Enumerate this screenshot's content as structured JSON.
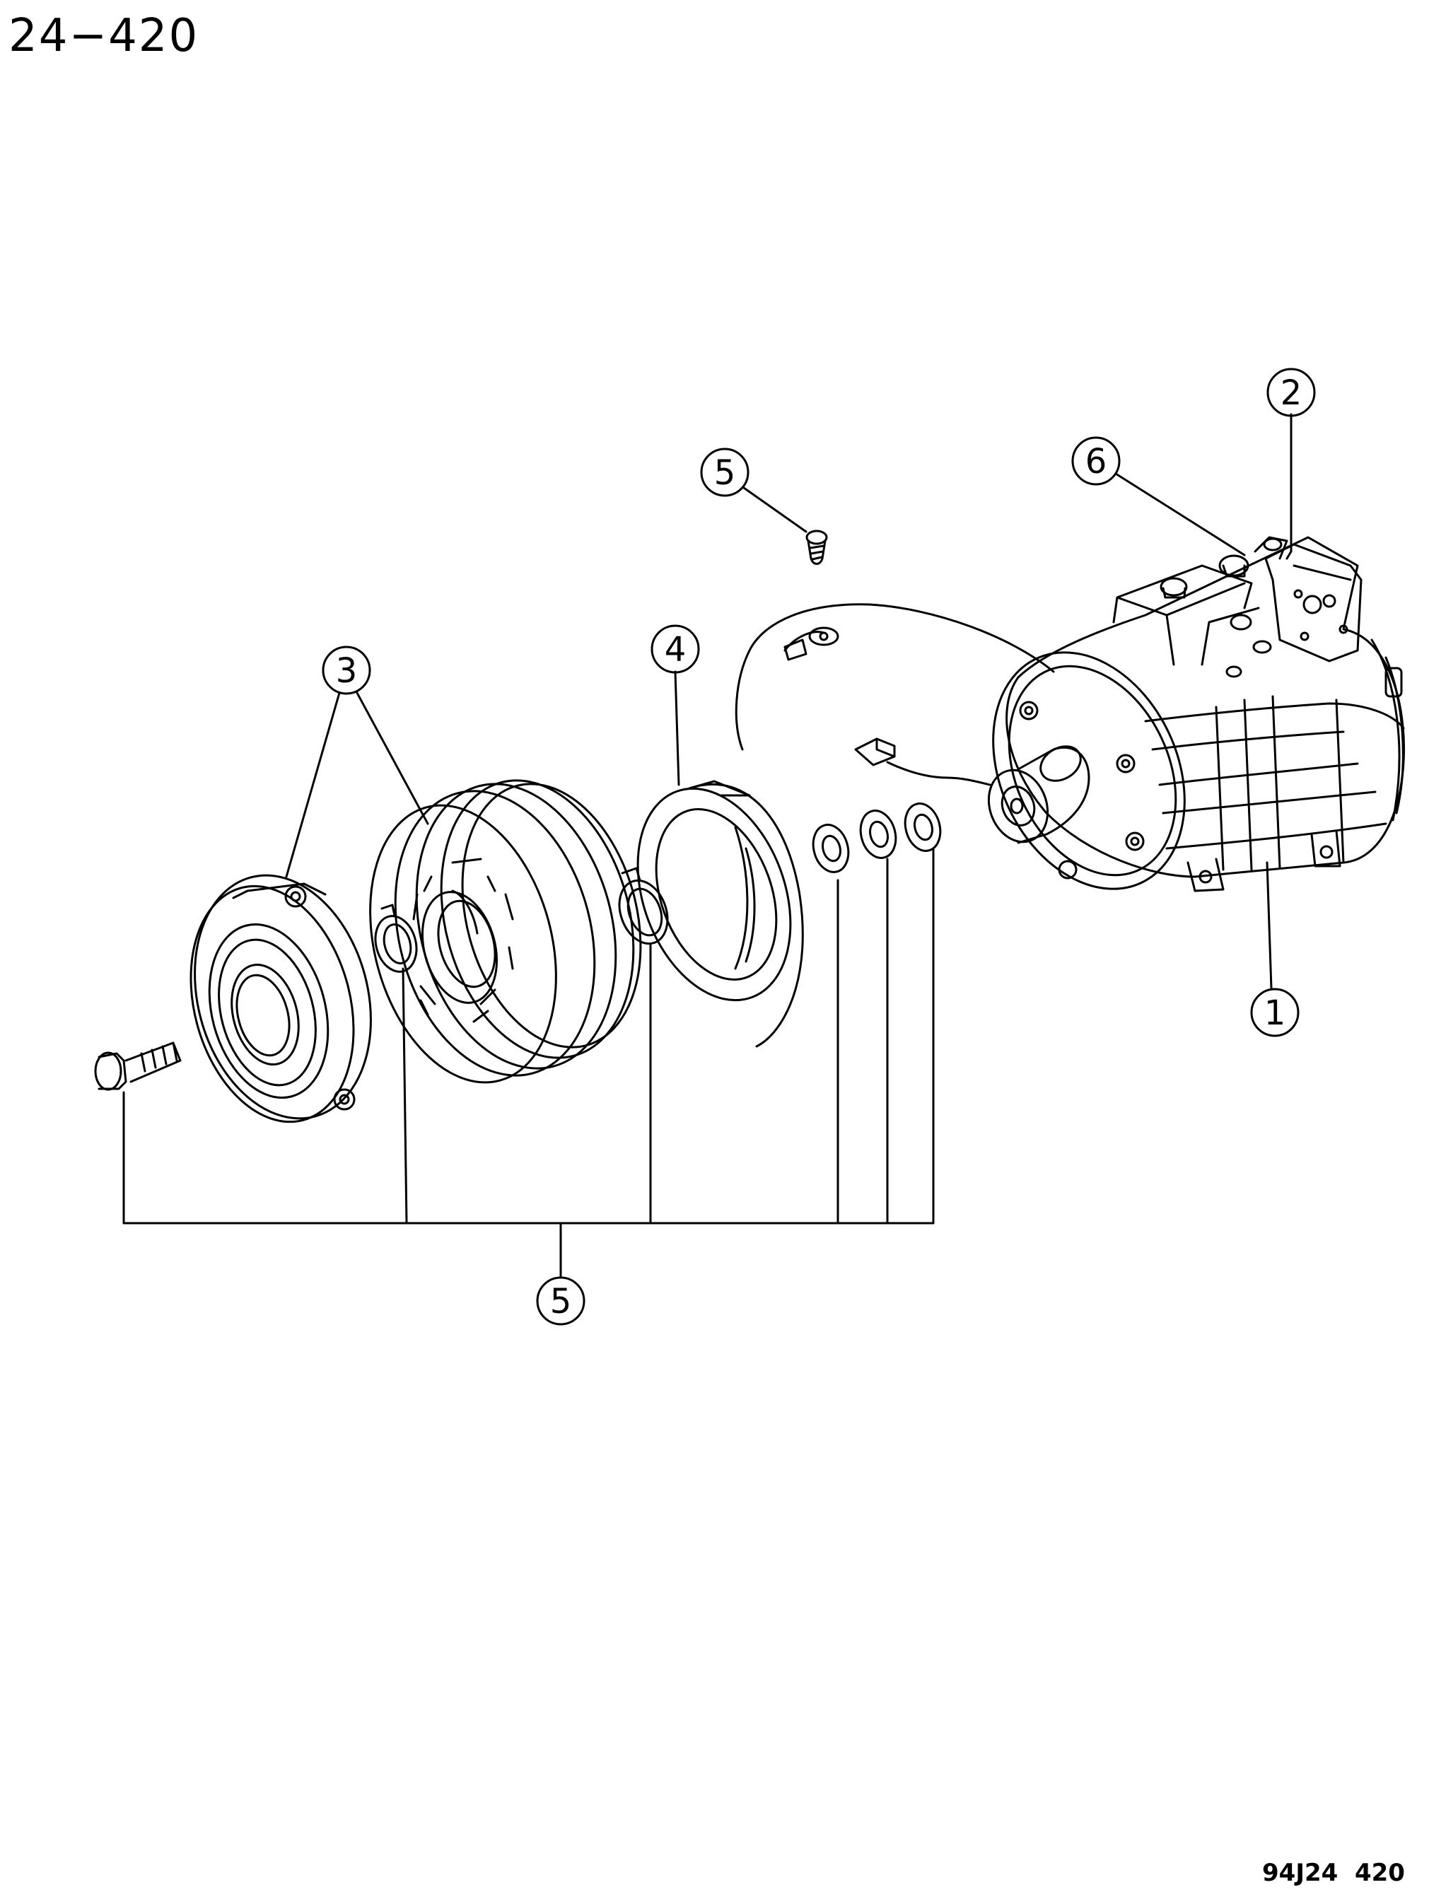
{
  "header": {
    "page_number": "24−420"
  },
  "footer": {
    "figure_code": "94J24  420"
  },
  "callouts": [
    {
      "id": "callout-2",
      "label": "2"
    },
    {
      "id": "callout-6",
      "label": "6"
    },
    {
      "id": "callout-5-top",
      "label": "5"
    },
    {
      "id": "callout-4",
      "label": "4"
    },
    {
      "id": "callout-3",
      "label": "3"
    },
    {
      "id": "callout-1",
      "label": "1"
    },
    {
      "id": "callout-5-bottom",
      "label": "5"
    }
  ],
  "colors": {
    "ink": "#000000",
    "paper": "#ffffff"
  }
}
